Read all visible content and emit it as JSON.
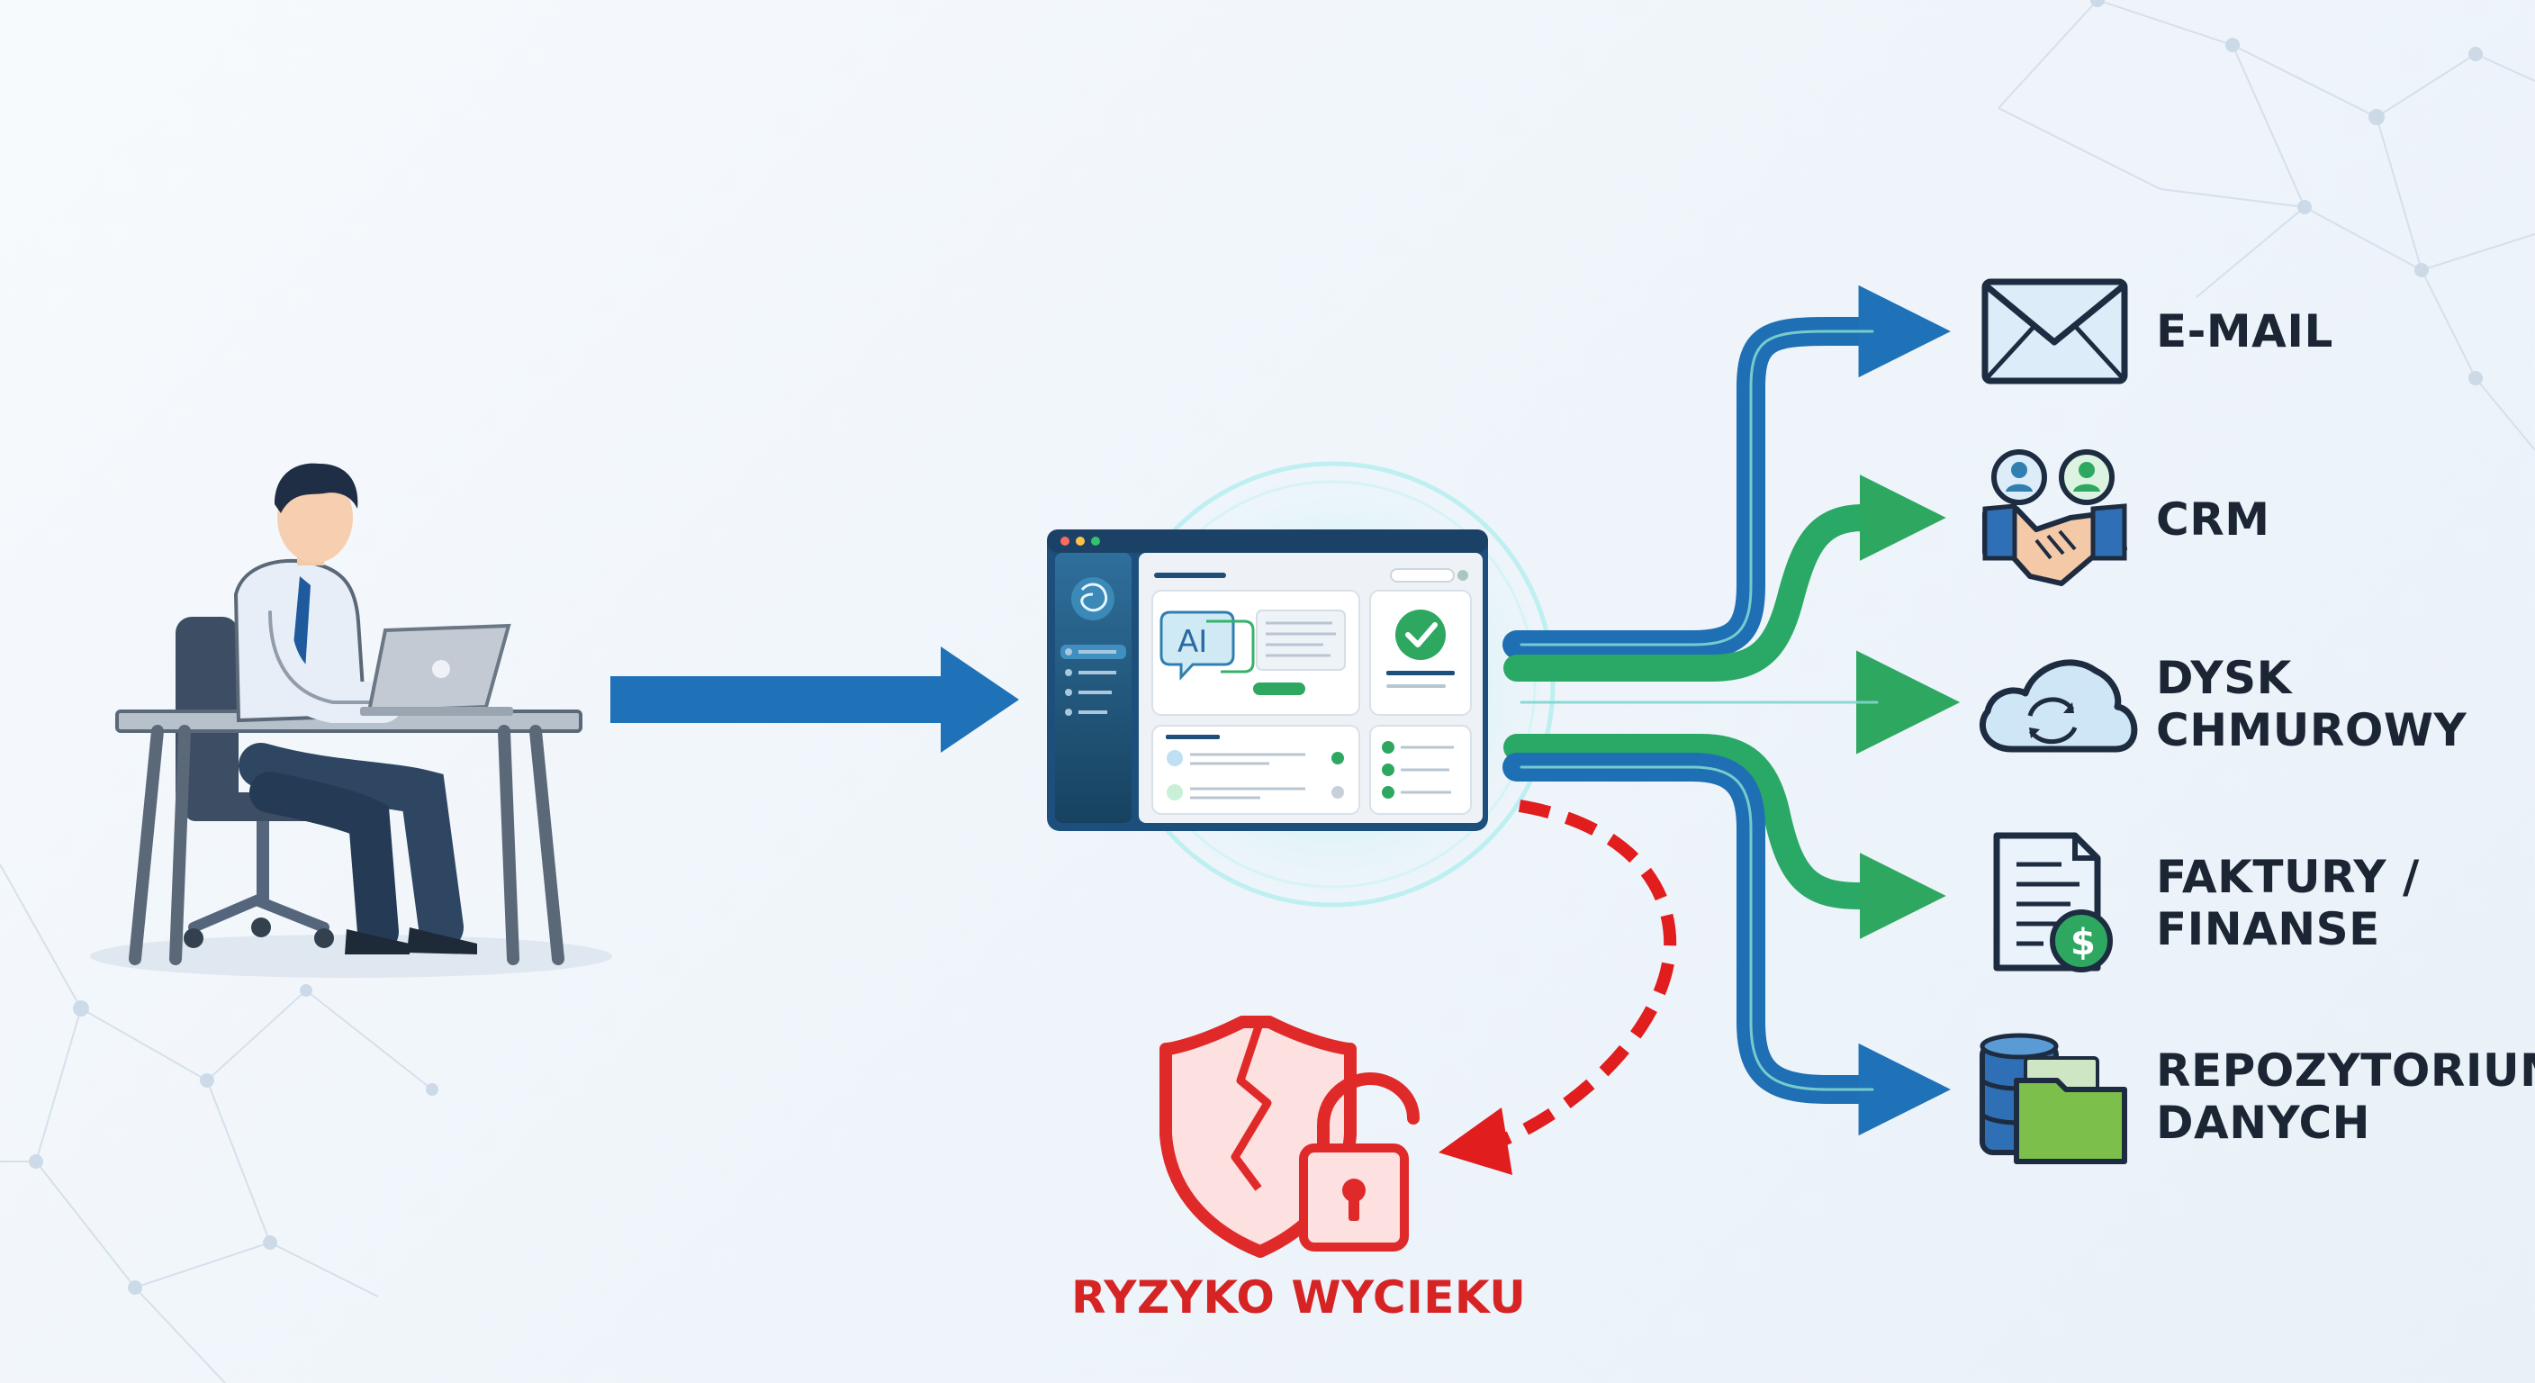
{
  "diagram": {
    "app": {
      "ai_badge": "AI"
    },
    "destinations": [
      {
        "id": "email",
        "lines": [
          "E-MAIL"
        ],
        "icon": "envelope-icon",
        "color": "#1f72b8"
      },
      {
        "id": "crm",
        "lines": [
          "CRM"
        ],
        "icon": "handshake-icon",
        "color": "#2ea860"
      },
      {
        "id": "cloud",
        "lines": [
          "DYSK",
          "CHMUROWY"
        ],
        "icon": "cloud-sync-icon",
        "color": "#1f72b8"
      },
      {
        "id": "invoices",
        "lines": [
          "FAKTURY /",
          "FINANSE"
        ],
        "icon": "invoice-dollar-icon",
        "color": "#2ea860"
      },
      {
        "id": "repository",
        "lines": [
          "REPOZYTORIUM",
          "DANYCH"
        ],
        "icon": "database-folder-icon",
        "color": "#1f72b8"
      }
    ],
    "risk": {
      "label": "RYZYKO WYCIEKU",
      "icon": "broken-shield-unlocked-padlock-icon",
      "color": "#d62424"
    },
    "colors": {
      "arrow_blue": "#1f72b8",
      "arrow_green": "#2ea860",
      "risk_red": "#e11d1d",
      "app_dark": "#1d4f7c"
    }
  }
}
